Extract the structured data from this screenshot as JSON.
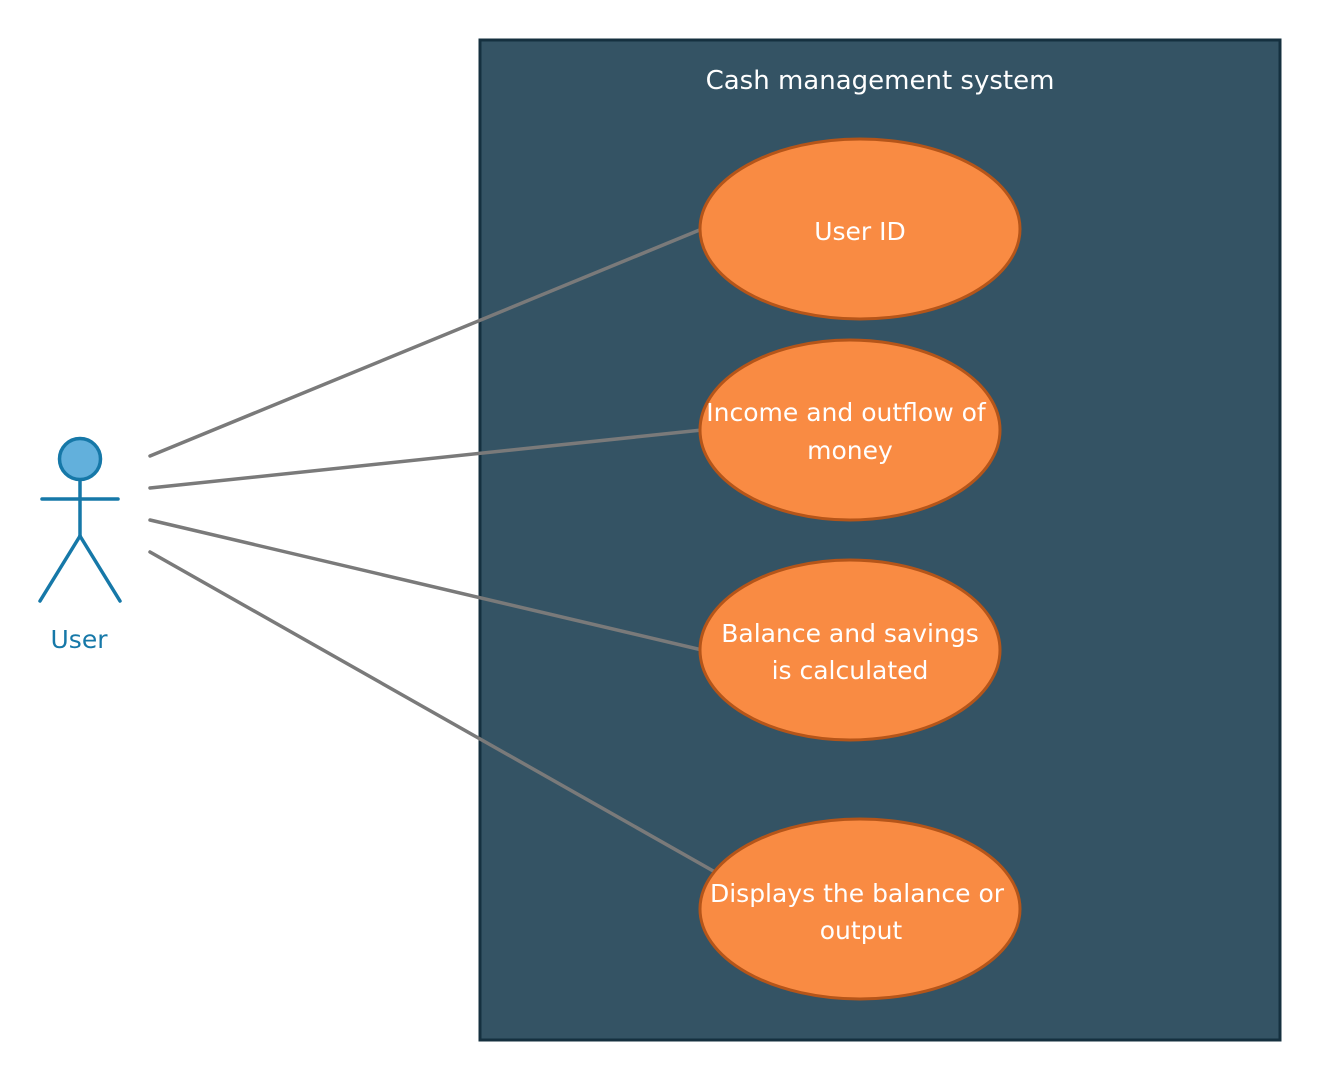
{
  "diagram": {
    "type": "use-case",
    "system": {
      "title": "Cash management system"
    },
    "actor": {
      "label": "User"
    },
    "use_cases": [
      {
        "id": "uc1",
        "lines": [
          "User ID"
        ]
      },
      {
        "id": "uc2",
        "lines": [
          "Income and outflow of",
          "money"
        ]
      },
      {
        "id": "uc3",
        "lines": [
          "Balance and savings",
          "is calculated"
        ]
      },
      {
        "id": "uc4",
        "lines": [
          "Displays the balance or",
          "output"
        ]
      }
    ],
    "associations": [
      {
        "from": "actor",
        "to": "uc1"
      },
      {
        "from": "actor",
        "to": "uc2"
      },
      {
        "from": "actor",
        "to": "uc3"
      },
      {
        "from": "actor",
        "to": "uc4"
      }
    ]
  },
  "colors": {
    "system_fill": "#345364",
    "system_stroke": "#15303f",
    "use_case_fill": "#f98b43",
    "use_case_stroke": "#b55519",
    "association_line": "#7a7a7a",
    "actor_stroke": "#1678a8",
    "actor_head_fill": "#62b0dc",
    "actor_label": "#1678a8",
    "text_light": "#ffffff"
  }
}
